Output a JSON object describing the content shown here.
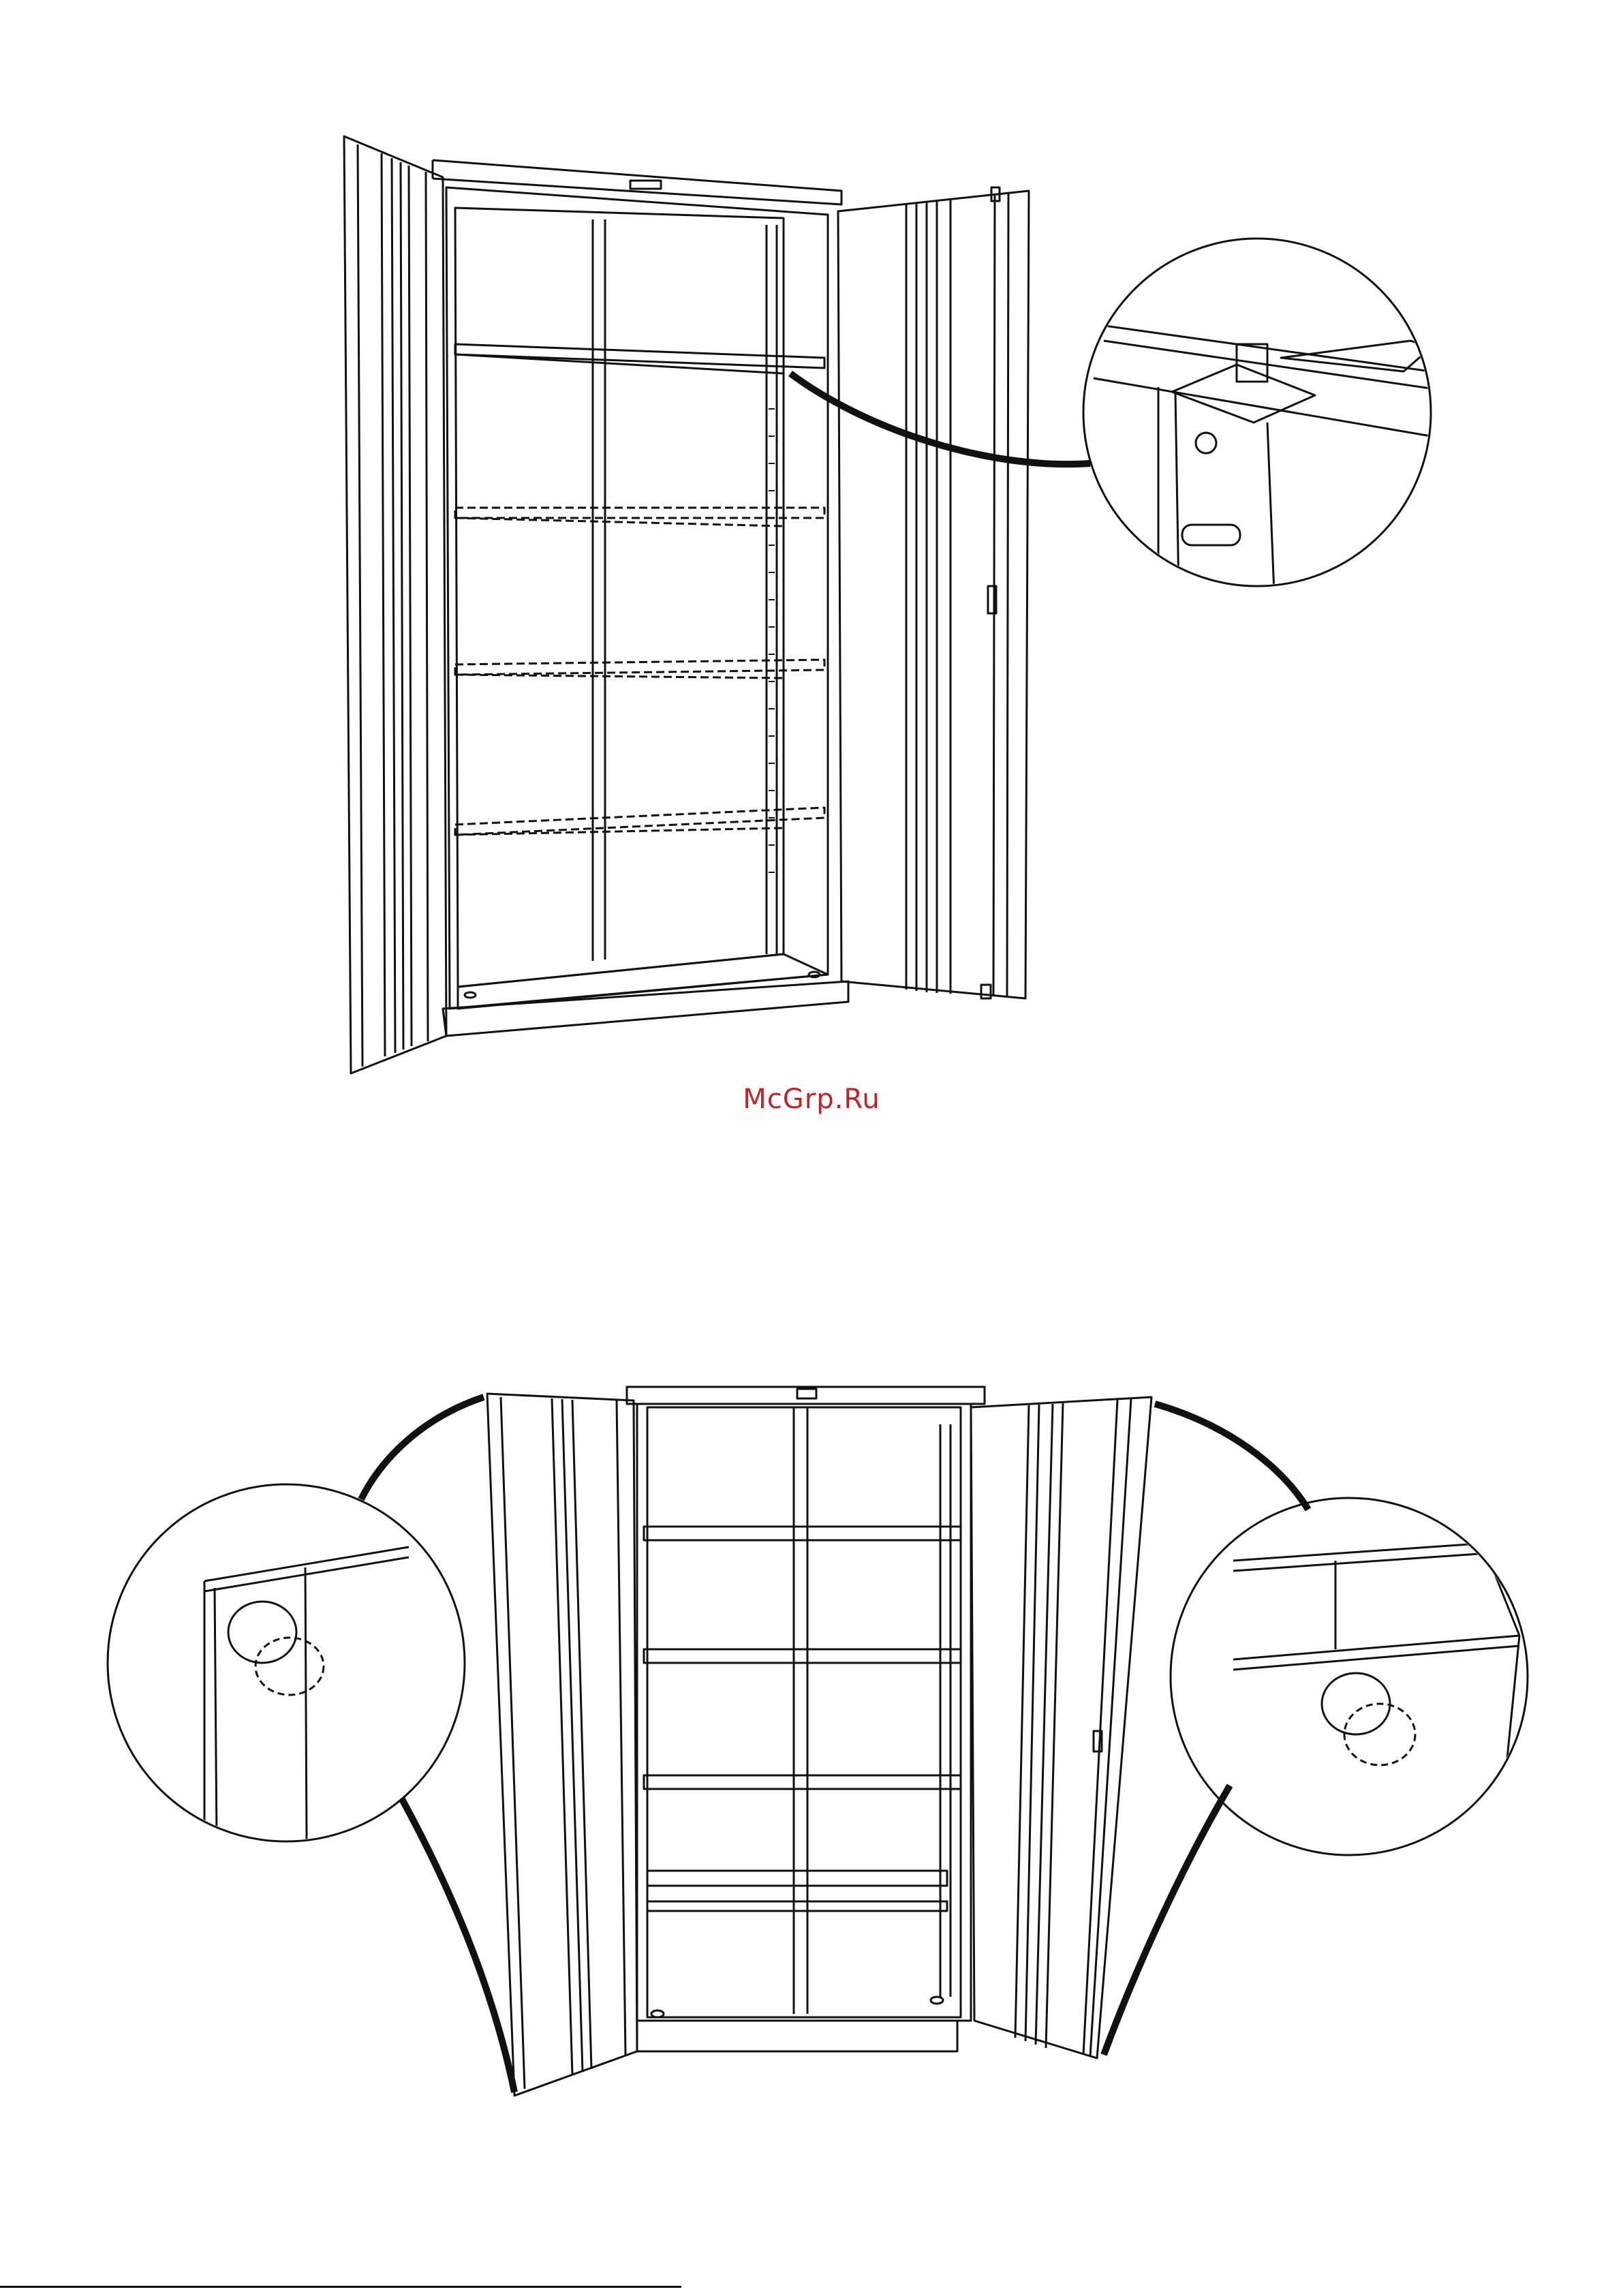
{
  "watermark": {
    "text": "McGrp.Ru",
    "color": "#c0242a"
  },
  "figures": [
    {
      "name": "cabinet-open-shelves-top",
      "icon": "metal-cabinet-line-drawing"
    },
    {
      "name": "shelf-clip-detail",
      "icon": "shelf-support-clip-detail"
    },
    {
      "name": "cabinet-open-shelves-bottom",
      "icon": "metal-cabinet-line-drawing"
    },
    {
      "name": "door-bumper-left-detail",
      "icon": "door-bumper-detail"
    },
    {
      "name": "door-bumper-right-detail",
      "icon": "door-bumper-detail"
    }
  ],
  "colors": {
    "line": "#111111",
    "paper": "#ffffff"
  }
}
